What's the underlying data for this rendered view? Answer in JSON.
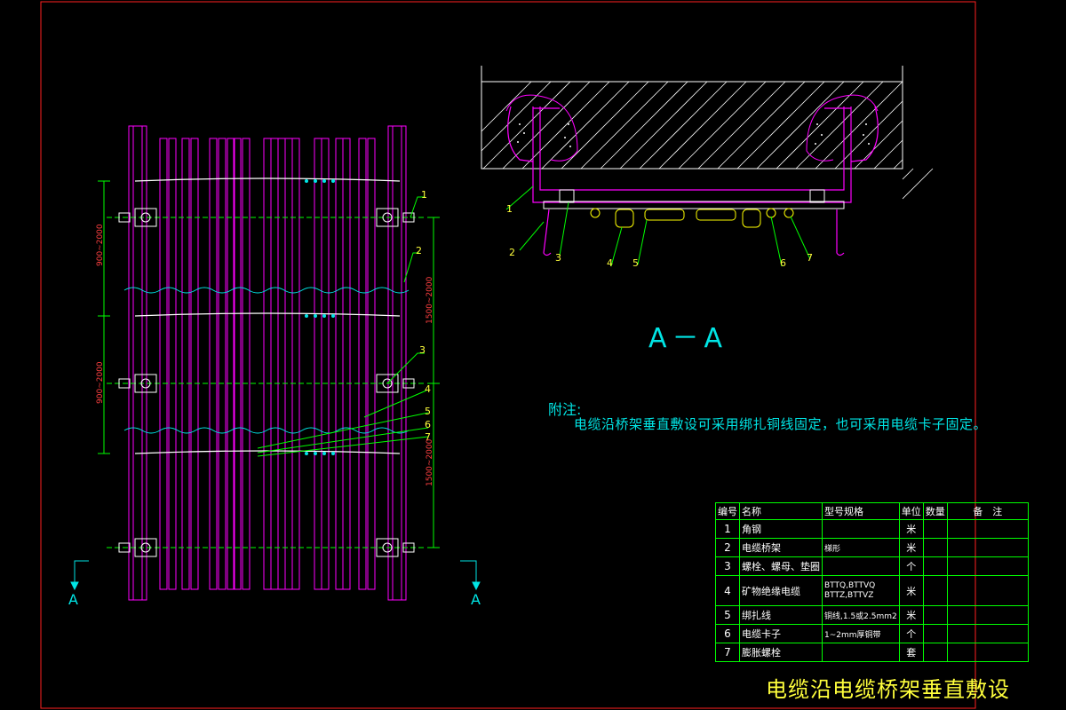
{
  "note": {
    "title": "附注:",
    "body": "电缆沿桥架垂直敷设可采用绑扎铜线固定，也可采用电缆卡子固定。"
  },
  "section_label": "A－A",
  "drawing_title": "电缆沿电缆桥架垂直敷设",
  "cut_marks": {
    "left": "A",
    "right": "A"
  },
  "callouts_plan": [
    "1",
    "2",
    "3",
    "4",
    "5",
    "6",
    "7"
  ],
  "callouts_section": [
    "1",
    "2",
    "3",
    "4",
    "5",
    "6",
    "7"
  ],
  "dimensions": [
    "900~2000",
    "900~2000",
    "1500~2000",
    "1500~2000"
  ],
  "table": {
    "headers": [
      "编号",
      "名称",
      "型号规格",
      "单位",
      "数量",
      "备　注"
    ],
    "rows": [
      [
        "1",
        "角钢",
        "",
        "米",
        "",
        ""
      ],
      [
        "2",
        "电缆桥架",
        "梯形",
        "米",
        "",
        ""
      ],
      [
        "3",
        "螺栓、螺母、垫圈",
        "",
        "个",
        "",
        ""
      ],
      [
        "4",
        "矿物绝缘电缆",
        "BTTQ,BTTVQ\nBTTZ,BTTVZ",
        "米",
        "",
        ""
      ],
      [
        "5",
        "绑扎线",
        "铜线,1.5或2.5mm2",
        "米",
        "",
        ""
      ],
      [
        "6",
        "电缆卡子",
        "1~2mm厚铜带",
        "个",
        "",
        ""
      ],
      [
        "7",
        "膨胀螺栓",
        "",
        "套",
        "",
        ""
      ]
    ]
  },
  "colors": {
    "background": "#000000",
    "frame": "#ff0000",
    "tray": "#ff00ff",
    "bolt": "#ffffff",
    "cable": "#ffff00",
    "leader": "#00ff00",
    "text": "#00e5e5",
    "title": "#ffff3c"
  }
}
